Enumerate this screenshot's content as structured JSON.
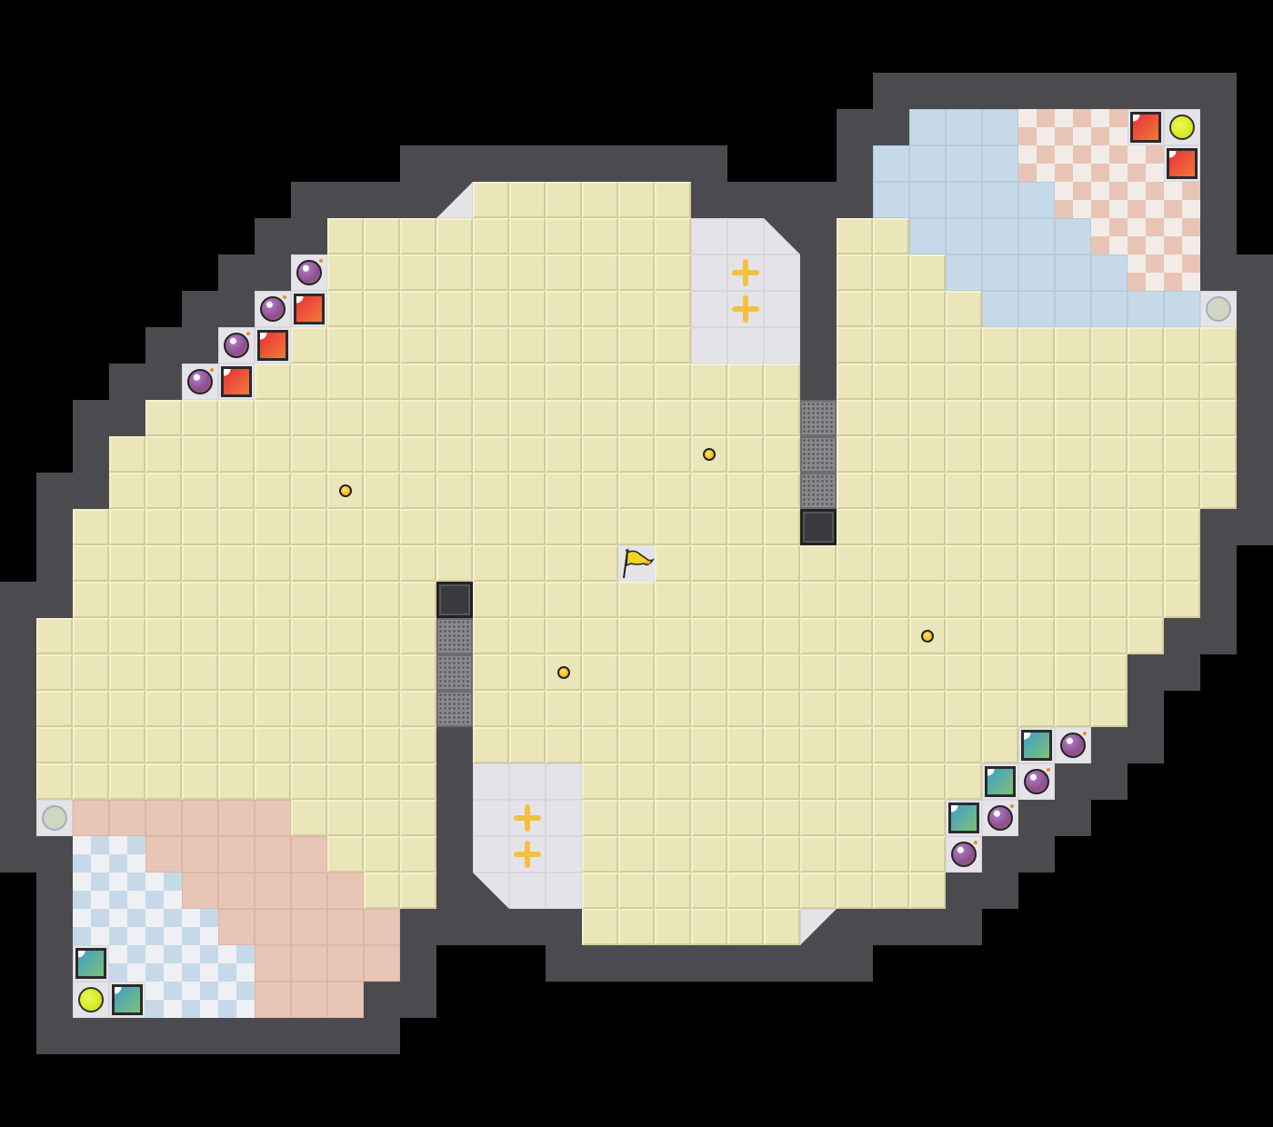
{
  "game": {
    "pieces": [
      {
        "type": "bomb",
        "row": 7,
        "col": 8
      },
      {
        "type": "bomb",
        "row": 8,
        "col": 7
      },
      {
        "type": "bomb",
        "row": 9,
        "col": 6
      },
      {
        "type": "bomb",
        "row": 10,
        "col": 5
      },
      {
        "type": "bomb",
        "row": 20,
        "col": 29
      },
      {
        "type": "bomb",
        "row": 21,
        "col": 28
      },
      {
        "type": "bomb",
        "row": 22,
        "col": 27
      },
      {
        "type": "bomb",
        "row": 23,
        "col": 26
      },
      {
        "type": "red-block",
        "row": 8,
        "col": 8
      },
      {
        "type": "red-block",
        "row": 9,
        "col": 7
      },
      {
        "type": "red-block",
        "row": 10,
        "col": 6
      },
      {
        "type": "red-block",
        "row": 3,
        "col": 31
      },
      {
        "type": "red-block",
        "row": 4,
        "col": 32
      },
      {
        "type": "teal-block",
        "row": 20,
        "col": 28
      },
      {
        "type": "teal-block",
        "row": 21,
        "col": 27
      },
      {
        "type": "teal-block",
        "row": 22,
        "col": 26
      },
      {
        "type": "teal-block",
        "row": 26,
        "col": 2
      },
      {
        "type": "teal-block",
        "row": 27,
        "col": 3
      },
      {
        "type": "lime-orb",
        "row": 3,
        "col": 32
      },
      {
        "type": "lime-orb",
        "row": 27,
        "col": 2
      },
      {
        "type": "grey-pad",
        "row": 8,
        "col": 33
      },
      {
        "type": "grey-pad",
        "row": 22,
        "col": 1
      },
      {
        "type": "coin",
        "row": 12,
        "col": 19
      },
      {
        "type": "coin",
        "row": 13,
        "col": 9
      },
      {
        "type": "coin",
        "row": 17,
        "col": 25
      },
      {
        "type": "coin",
        "row": 18,
        "col": 15
      },
      {
        "type": "move-cross",
        "row": 7,
        "col": 20
      },
      {
        "type": "move-cross",
        "row": 8,
        "col": 20
      },
      {
        "type": "move-cross",
        "row": 22,
        "col": 14
      },
      {
        "type": "move-cross",
        "row": 23,
        "col": 14
      },
      {
        "type": "goal-flag",
        "row": 15,
        "col": 17
      }
    ],
    "colors": {
      "floor": "#ebe6b9",
      "wall": "#4b4b4f",
      "red_team": "#e8303a",
      "teal_team": "#3e9fc4",
      "flag": "#f2d422"
    }
  }
}
